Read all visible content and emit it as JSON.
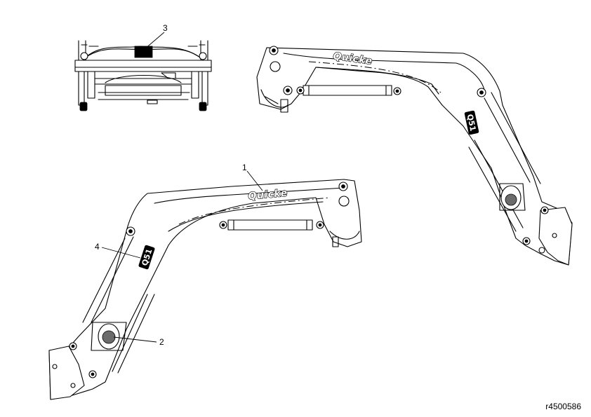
{
  "figure": {
    "reference_code": "r4500586",
    "brand_logo_text": "Quicke",
    "badge_text": "Q51"
  },
  "callouts": [
    {
      "number": "1",
      "part": "brand decal on upper boom"
    },
    {
      "number": "2",
      "part": "round indicator decal on lower arm"
    },
    {
      "number": "3",
      "part": "decal on rear cross member"
    },
    {
      "number": "4",
      "part": "model decal on arm"
    }
  ]
}
